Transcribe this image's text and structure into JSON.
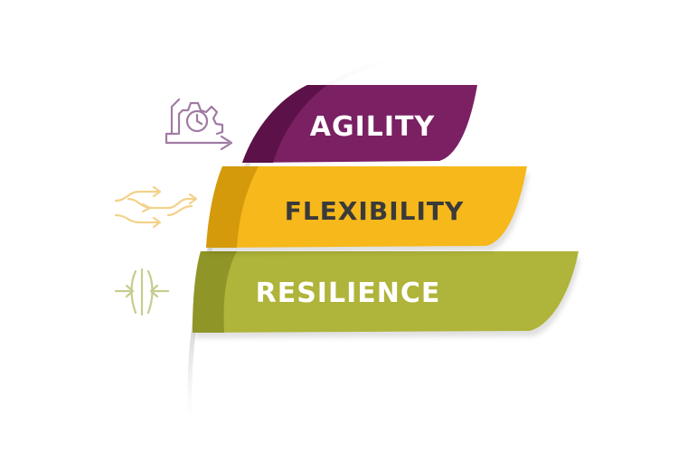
{
  "diagram": {
    "bands": [
      {
        "label": "AGILITY",
        "color": "#7a2063",
        "shade": "#5c1248",
        "text_color": "#ffffff",
        "icon": "gear-clock-arrow-icon"
      },
      {
        "label": "FLEXIBILITY",
        "color": "#f6b81a",
        "shade": "#d49a0c",
        "text_color": "#3a3a3a",
        "icon": "branching-arrows-icon"
      },
      {
        "label": "RESILIENCE",
        "color": "#afb43a",
        "shade": "#8f9526",
        "text_color": "#ffffff",
        "icon": "compress-arrows-icon"
      }
    ],
    "icon_colors": [
      "#a07aa3",
      "#f3d28a",
      "#c7cc8e"
    ],
    "arc_color": "#e3e3e3"
  }
}
